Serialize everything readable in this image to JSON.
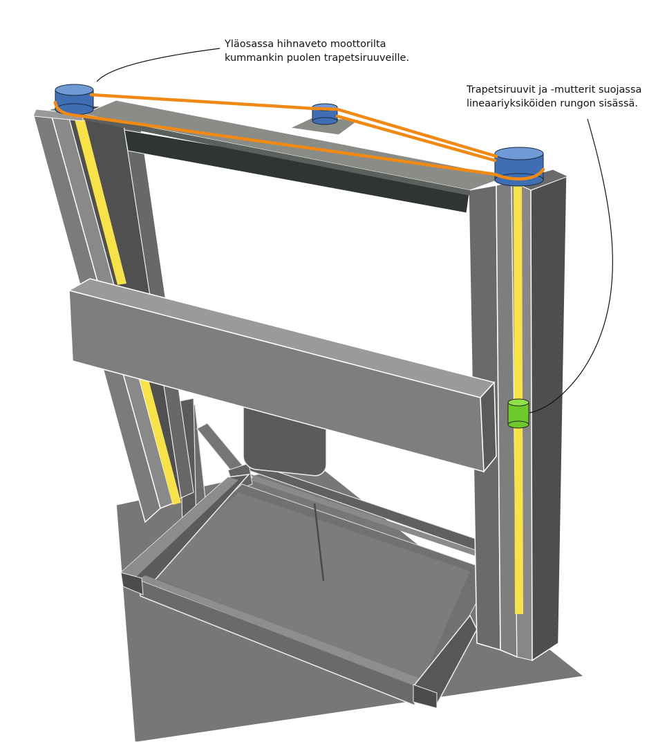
{
  "callouts": {
    "top_belt": {
      "line1": "Yläosassa hihnaveto moottorilta",
      "line2": "kummankin puolen trapetsiruuveille."
    },
    "lead_screws": {
      "line1": "Trapetsiruuvit ja -mutterit suojassa",
      "line2": "lineaariyksiköiden rungon sisässä."
    }
  },
  "colors": {
    "belt": "#f08a14",
    "pulley": "#3f6fb2",
    "pulley_top": "#6f9ad6",
    "lead_screw": "#f7e24a",
    "nut": "#6ec92a",
    "frame_light": "#7d7d7d",
    "frame_mid": "#686868",
    "frame_dark": "#484848",
    "crossbar_top": "#8a8c88",
    "crossbar_under": "#2f3535",
    "base_plate": "#777777"
  }
}
